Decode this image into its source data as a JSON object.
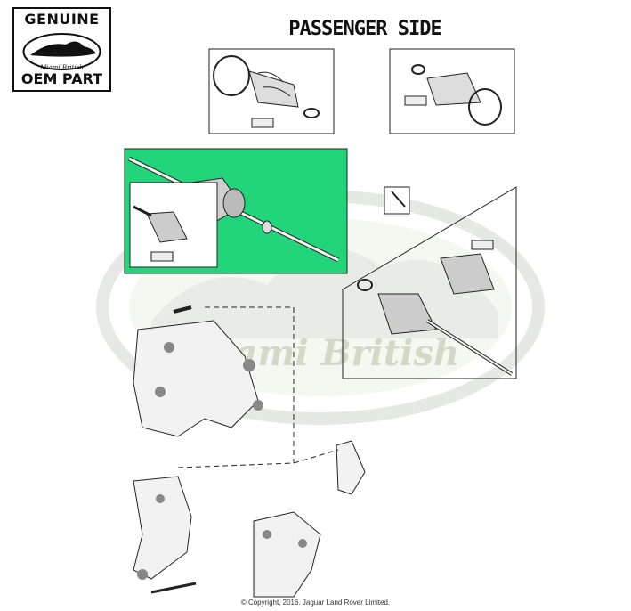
{
  "badge": {
    "top_label": "GENUINE",
    "logo_text": "Miami British",
    "bottom_label": "OEM PART"
  },
  "diagram": {
    "title": "PASSENGER SIDE",
    "watermark": "Miami British",
    "highlight_color": "#22d47a",
    "copyright": "© Copyright, 2016. Jaguar Land Rover Limited."
  }
}
